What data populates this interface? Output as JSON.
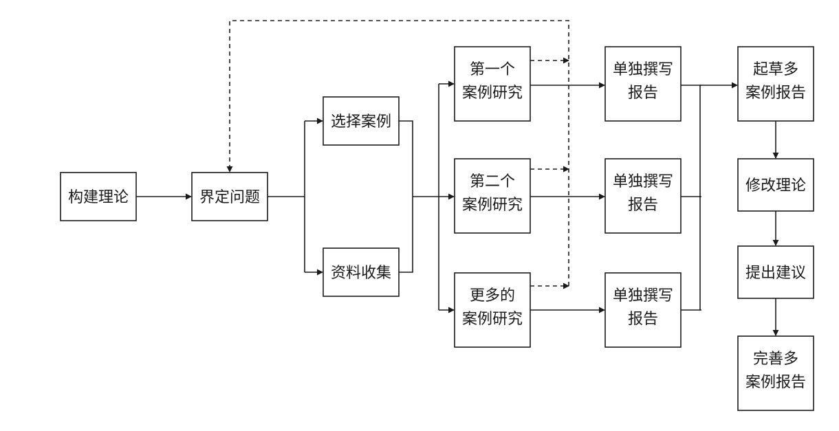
{
  "nodes": {
    "build_theory": "构建理论",
    "define_problem": "界定问题",
    "select_cases": "选择案例",
    "collect_data": "资料收集",
    "case1_line1": "第一个",
    "case1_line2": "案例研究",
    "case2_line1": "第二个",
    "case2_line2": "案例研究",
    "case3_line1": "更多的",
    "case3_line2": "案例研究",
    "report1_line1": "单独撰写",
    "report1_line2": "报告",
    "report2_line1": "单独撰写",
    "report2_line2": "报告",
    "report3_line1": "单独撰写",
    "report3_line2": "报告",
    "draft_line1": "起草多",
    "draft_line2": "案例报告",
    "revise_theory": "修改理论",
    "propose_suggestions": "提出建议",
    "refine_line1": "完善多",
    "refine_line2": "案例报告"
  },
  "colors": {
    "stroke": "#1a1a1a",
    "background": "#ffffff"
  }
}
